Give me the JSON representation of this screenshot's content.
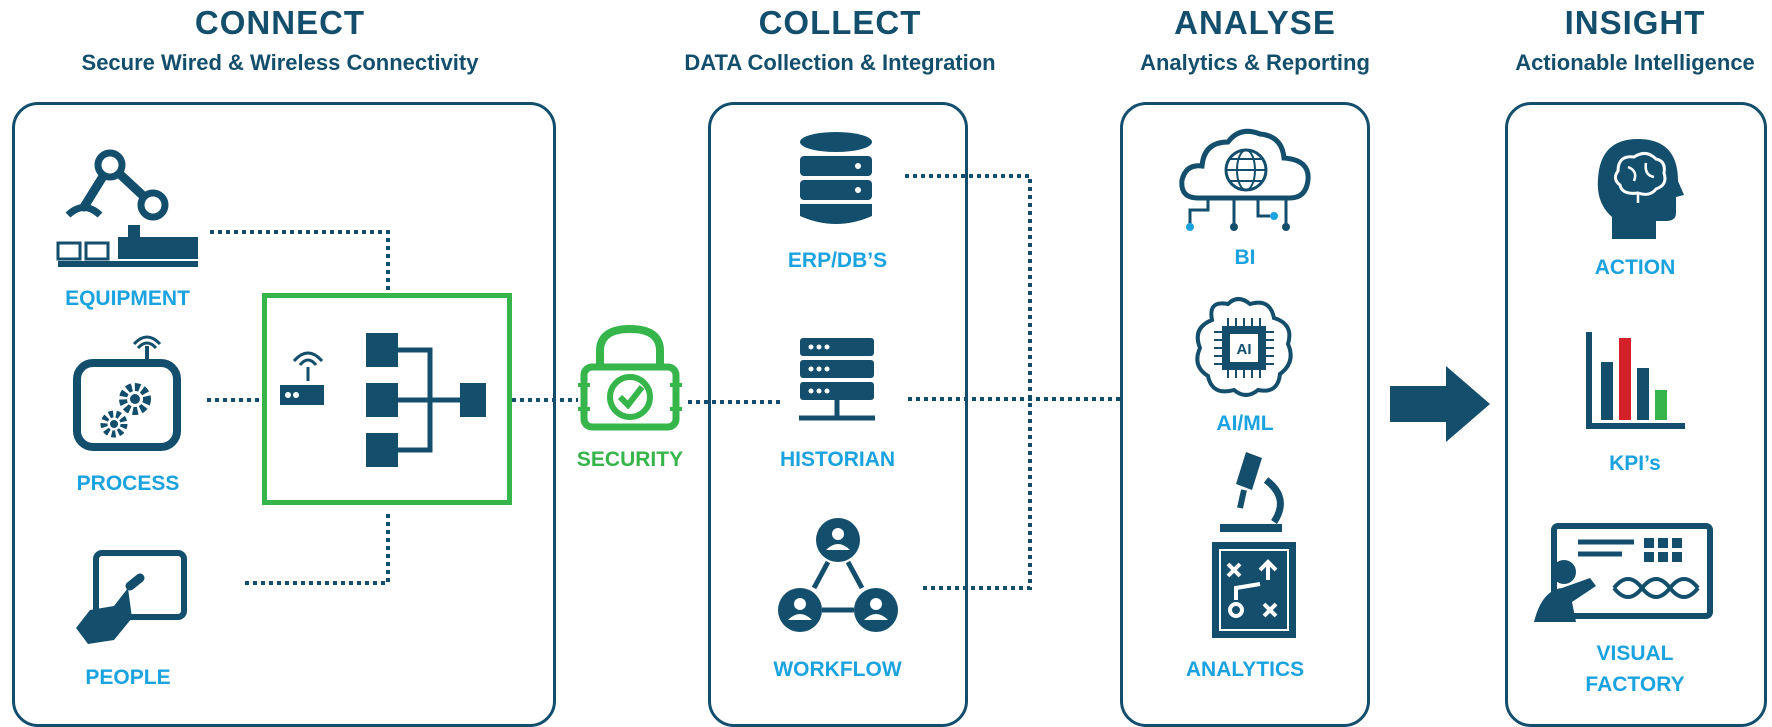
{
  "colors": {
    "navy": "#134f6c",
    "blue_label": "#1ba3e0",
    "green": "#35b54a",
    "red": "#d32029"
  },
  "stages": {
    "connect": {
      "title": "CONNECT",
      "subtitle": "Secure Wired & Wireless Connectivity"
    },
    "collect": {
      "title": "COLLECT",
      "subtitle": "DATA Collection & Integration"
    },
    "analyse": {
      "title": "ANALYSE",
      "subtitle": "Analytics & Reporting"
    },
    "insight": {
      "title": "INSIGHT",
      "subtitle": "Actionable Intelligence"
    }
  },
  "connect_items": {
    "equipment": "EQUIPMENT",
    "process": "PROCESS",
    "people": "PEOPLE"
  },
  "security": {
    "label": "SECURITY"
  },
  "collect_items": {
    "erp": "ERP/DB’S",
    "historian": "HISTORIAN",
    "workflow": "WORKFLOW"
  },
  "analyse_items": {
    "bi": "BI",
    "aiml": "AI/ML",
    "analytics": "ANALYTICS",
    "chip_text": "AI"
  },
  "insight_items": {
    "action": "ACTION",
    "kpis": "KPI’s",
    "visual_line1": "VISUAL",
    "visual_line2": "FACTORY"
  },
  "icons": [
    "robot-arm-icon",
    "process-gears-icon",
    "tablet-touch-icon",
    "wireless-router-icon",
    "network-hierarchy-icon",
    "padlock-check-icon",
    "database-icon",
    "server-icon",
    "workflow-people-icon",
    "cloud-globe-icon",
    "ai-chip-brain-icon",
    "microscope-strategy-icon",
    "arrow-right-icon",
    "head-brain-icon",
    "bar-chart-icon",
    "presentation-board-icon"
  ]
}
